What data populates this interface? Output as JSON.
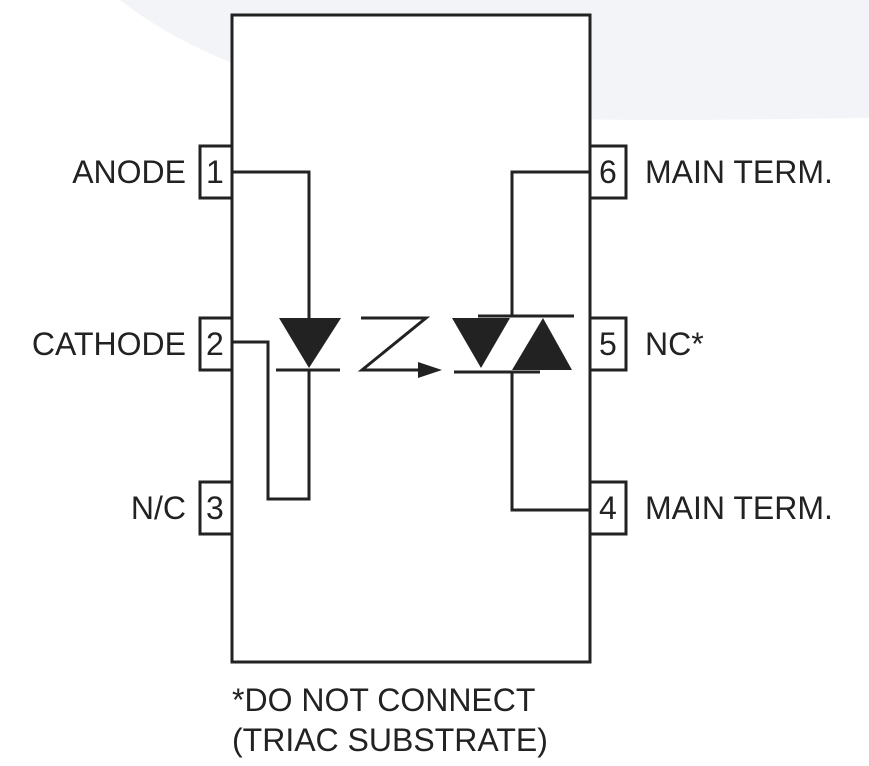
{
  "colors": {
    "line": "#222222",
    "background_arc": "#f2f3f6"
  },
  "pins": {
    "left": [
      {
        "number": "1",
        "label": "ANODE"
      },
      {
        "number": "2",
        "label": "CATHODE"
      },
      {
        "number": "3",
        "label": "N/C"
      }
    ],
    "right": [
      {
        "number": "6",
        "label": "MAIN TERM."
      },
      {
        "number": "5",
        "label": "NC*"
      },
      {
        "number": "4",
        "label": "MAIN TERM."
      }
    ]
  },
  "footnote": {
    "line1": "*DO NOT CONNECT",
    "line2": "(TRIAC SUBSTRATE)"
  }
}
